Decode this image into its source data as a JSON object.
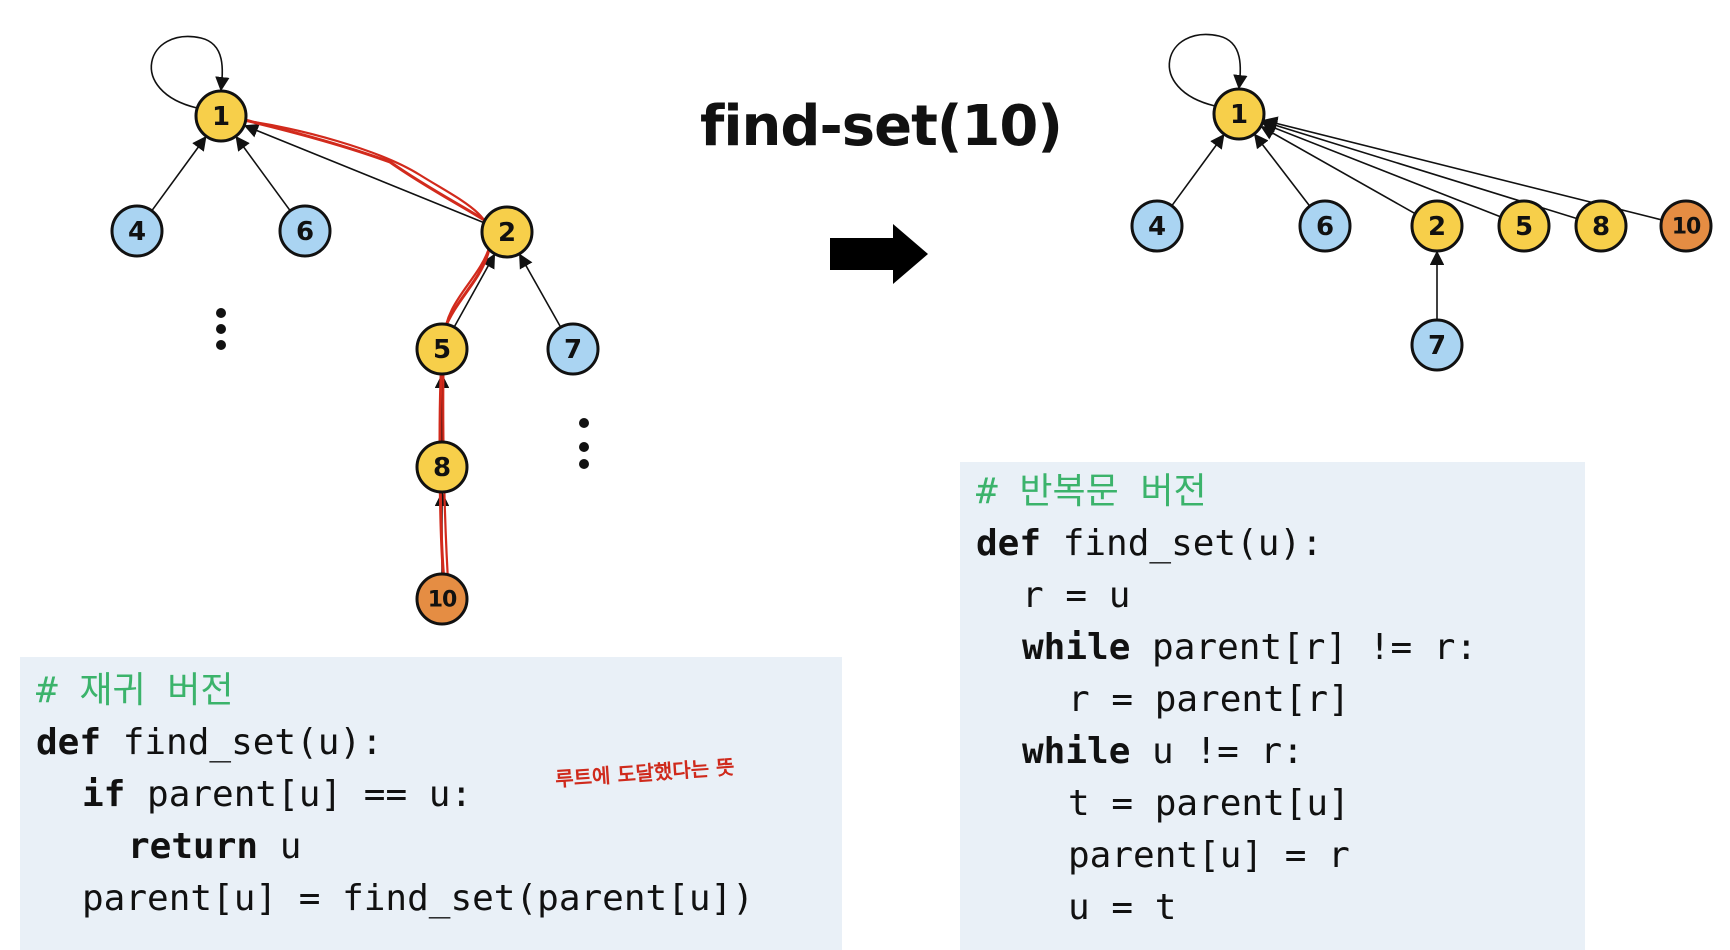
{
  "title": "find-set(10)",
  "colors": {
    "blue_node": "#aad4f2",
    "yellow_node": "#f7cf4a",
    "orange_node": "#e58d43",
    "red_path": "#d22a1c",
    "comment": "#3bb36b",
    "code_bg": "#e9f0f7"
  },
  "before_tree": {
    "nodes": [
      {
        "id": "1",
        "color": "yellow"
      },
      {
        "id": "4",
        "color": "blue"
      },
      {
        "id": "6",
        "color": "blue"
      },
      {
        "id": "2",
        "color": "yellow"
      },
      {
        "id": "5",
        "color": "yellow"
      },
      {
        "id": "7",
        "color": "blue"
      },
      {
        "id": "8",
        "color": "yellow"
      },
      {
        "id": "10",
        "color": "orange"
      }
    ],
    "edges": [
      [
        "4",
        "1"
      ],
      [
        "6",
        "1"
      ],
      [
        "2",
        "1"
      ],
      [
        "5",
        "2"
      ],
      [
        "7",
        "2"
      ],
      [
        "8",
        "5"
      ],
      [
        "10",
        "8"
      ]
    ],
    "self_loop": "1",
    "highlighted_path": [
      "10",
      "8",
      "5",
      "2",
      "1"
    ]
  },
  "after_tree": {
    "nodes": [
      {
        "id": "1",
        "color": "yellow"
      },
      {
        "id": "4",
        "color": "blue"
      },
      {
        "id": "6",
        "color": "blue"
      },
      {
        "id": "2",
        "color": "yellow"
      },
      {
        "id": "5",
        "color": "yellow"
      },
      {
        "id": "8",
        "color": "yellow"
      },
      {
        "id": "10",
        "color": "orange"
      },
      {
        "id": "7",
        "color": "blue"
      }
    ],
    "edges": [
      [
        "4",
        "1"
      ],
      [
        "6",
        "1"
      ],
      [
        "2",
        "1"
      ],
      [
        "5",
        "1"
      ],
      [
        "8",
        "1"
      ],
      [
        "10",
        "1"
      ],
      [
        "7",
        "2"
      ]
    ],
    "self_loop": "1"
  },
  "recursive_code": {
    "comment": "# 재귀 버전",
    "line1_kw": "def",
    "line1_rest": " find_set(u):",
    "line2_kw": "if",
    "line2_rest": " parent[u] == u:",
    "line3_kw": "return",
    "line3_rest": " u",
    "line4": "parent[u] = find_set(parent[u])",
    "note": "루트에 도달했다는 뜻"
  },
  "iterative_code": {
    "comment": "# 반복문 버전",
    "line1_kw": "def",
    "line1_rest": " find_set(u):",
    "line2": "r = u",
    "line3_kw": "while",
    "line3_rest": " parent[r] != r:",
    "line4": "r = parent[r]",
    "line5_kw": "while",
    "line5_rest": " u != r:",
    "line6": "t = parent[u]",
    "line7": "parent[u] = r",
    "line8": "u = t"
  }
}
